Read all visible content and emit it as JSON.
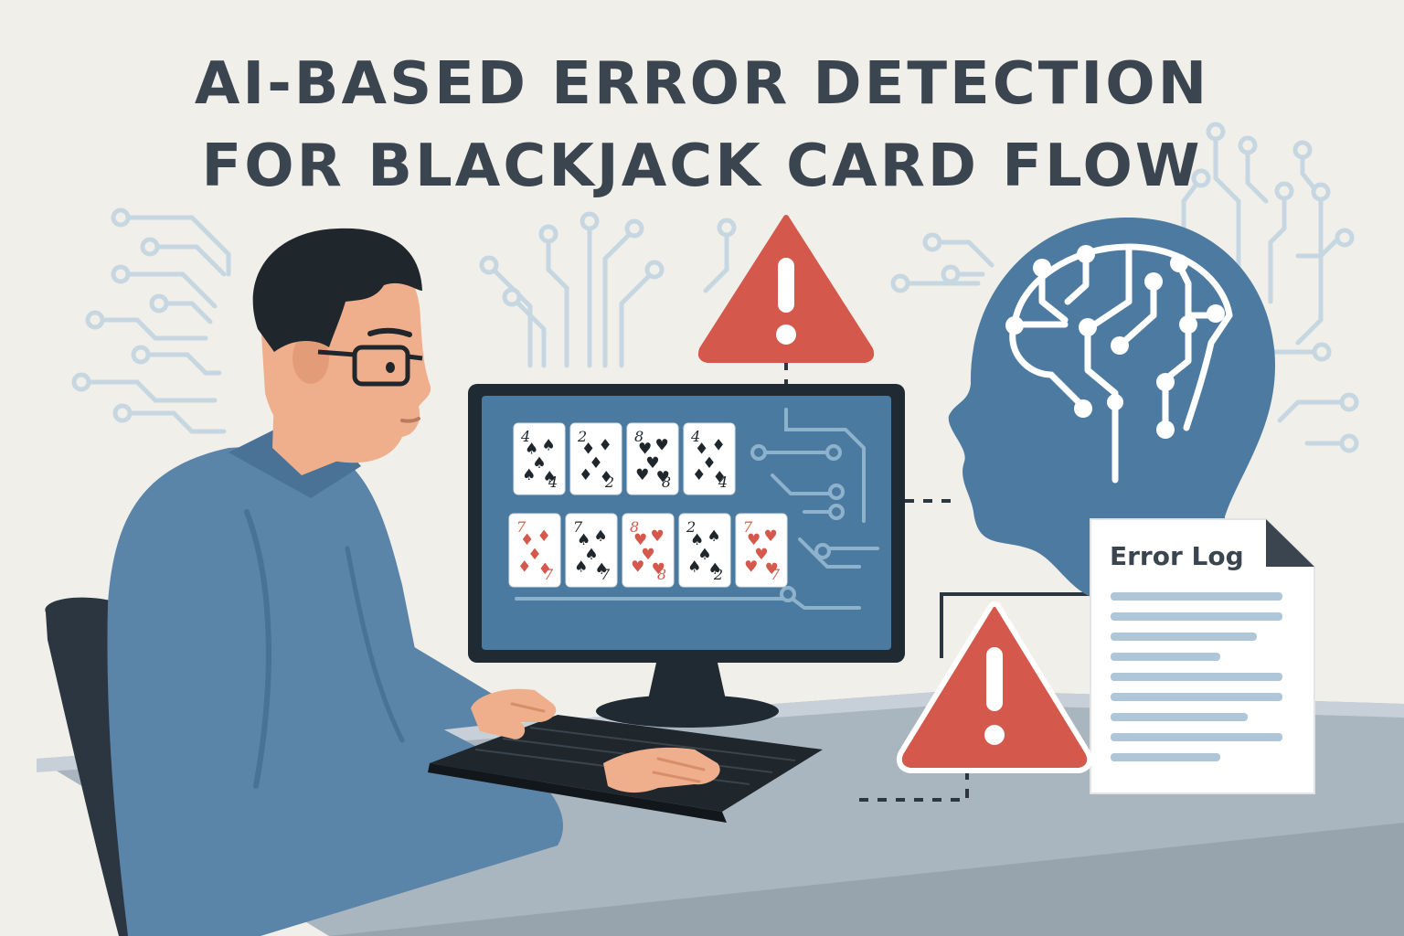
{
  "title": {
    "line1": "AI-BASED ERROR DETECTION",
    "line2": "FOR BLACKJACK CARD FLOW"
  },
  "error_log": {
    "label": "Error Log"
  },
  "colors": {
    "background": "#f1efe9",
    "title_text": "#3a4550",
    "alert_red": "#d4584b",
    "accent_blue": "#4d7aa0",
    "shirt_blue": "#5a84a8",
    "screen_blue": "#4a7aa0",
    "circuit_lines": "#c6d7e2",
    "desk_gray": "#a9b5bf"
  },
  "icons": [
    "warning-icon",
    "brain-circuit-icon",
    "document-icon",
    "playing-card-icon"
  ],
  "cards": {
    "top_row": [
      {
        "rank": "4",
        "suit": "♠",
        "color": "black"
      },
      {
        "rank": "2",
        "suit": "♦",
        "color": "black"
      },
      {
        "rank": "8",
        "suit": "♥",
        "color": "black"
      },
      {
        "rank": "4",
        "suit": "♦",
        "color": "black"
      }
    ],
    "bottom_row": [
      {
        "rank": "7",
        "suit": "♦",
        "color": "red"
      },
      {
        "rank": "7",
        "suit": "♠",
        "color": "black"
      },
      {
        "rank": "8",
        "suit": "♥",
        "color": "red"
      },
      {
        "rank": "2",
        "suit": "♠",
        "color": "black"
      },
      {
        "rank": "7",
        "suit": "♥",
        "color": "red"
      }
    ]
  }
}
